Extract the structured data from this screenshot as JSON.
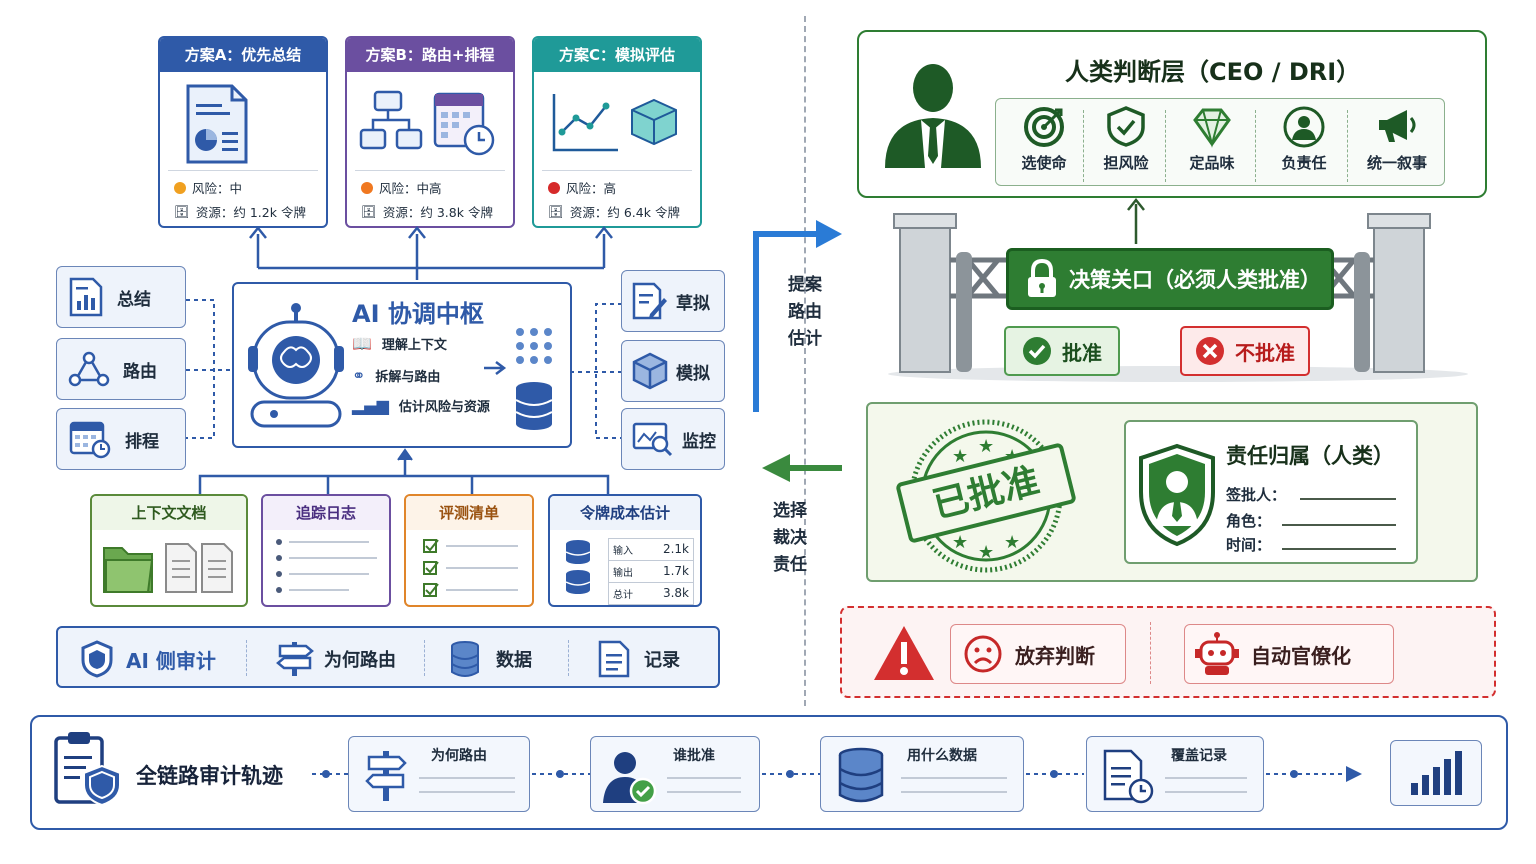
{
  "plans": [
    {
      "title": "方案A：优先总结",
      "risk": "风险：中",
      "resource": "资源：约 1.2k 令牌",
      "color": "#2f5aa8",
      "risk_color": "#f0a020"
    },
    {
      "title": "方案B：路由+排程",
      "risk": "风险：中高",
      "resource": "资源：约 3.8k 令牌",
      "color": "#6b4fa0",
      "risk_color": "#f07820"
    },
    {
      "title": "方案C：模拟评估",
      "risk": "风险：高",
      "resource": "资源：约 6.4k 令牌",
      "color": "#1f9a98",
      "risk_color": "#d62a2a"
    }
  ],
  "left_tools": [
    "总结",
    "路由",
    "排程"
  ],
  "right_tools": [
    "草拟",
    "模拟",
    "监控"
  ],
  "hub": {
    "title": "AI 协调中枢",
    "items": [
      "理解上下文",
      "拆解与路由",
      "估计风险与资源"
    ]
  },
  "docs": {
    "context": "上下文文档",
    "trace": "追踪日志",
    "eval": "评测清单",
    "token": {
      "title": "令牌成本估计",
      "rows": [
        {
          "label": "输入",
          "value": "2.1k"
        },
        {
          "label": "输出",
          "value": "1.7k"
        },
        {
          "label": "总计",
          "value": "3.8k"
        }
      ]
    }
  },
  "ai_audit": {
    "title": "AI 侧审计",
    "items": [
      "为何路由",
      "数据",
      "记录"
    ]
  },
  "flow_labels": {
    "propose": [
      "提案",
      "路由",
      "估计"
    ],
    "choose": [
      "选择",
      "裁决",
      "责任"
    ]
  },
  "human_layer": {
    "title": "人类判断层（CEO / DRI）",
    "items": [
      "选使命",
      "担风险",
      "定品味",
      "负责任",
      "统一叙事"
    ]
  },
  "gate": {
    "title": "决策关口（必须人类批准）",
    "approve": "批准",
    "reject": "不批准"
  },
  "stamp": "已批准",
  "ownership": {
    "title": "责任归属（人类）",
    "fields": [
      "签批人：",
      "角色：",
      "时间："
    ]
  },
  "warnings": [
    "放弃判断",
    "自动官僚化"
  ],
  "chain": {
    "title": "全链路审计轨迹",
    "items": [
      "为何路由",
      "谁批准",
      "用什么数据",
      "覆盖记录"
    ]
  },
  "colors": {
    "blue": "#2f5aa8",
    "green": "#2e7d32",
    "red": "#d32f2f",
    "purple": "#6b4fa0",
    "orange": "#e0852a",
    "teal": "#1f9a98"
  }
}
